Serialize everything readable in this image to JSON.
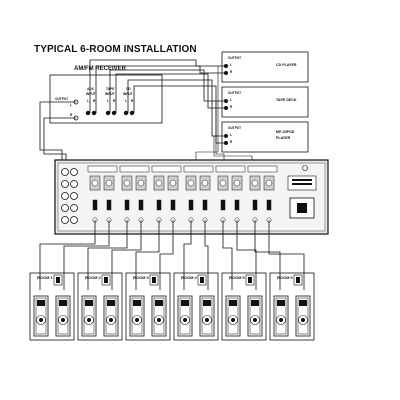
{
  "title": "TYPICAL 6-ROOM INSTALLATION",
  "receiver": {
    "label": "AM/FM RECEIVER",
    "output_label": "OUTPUT",
    "ch_l": "L",
    "ch_r": "R",
    "inputs": [
      {
        "line1": "AUX",
        "line2": "INPUT"
      },
      {
        "line1": "TAPE",
        "line2": "INPUT"
      },
      {
        "line1": "CD",
        "line2": "INPUT"
      }
    ]
  },
  "sources": [
    {
      "output_label": "OUTPUT",
      "ch_l": "L",
      "ch_r": "R",
      "name_line1": "CD PLAYER",
      "name_line2": ""
    },
    {
      "output_label": "OUTPUT",
      "ch_l": "L",
      "ch_r": "R",
      "name_line1": "TAPE DECK",
      "name_line2": ""
    },
    {
      "output_label": "OUTPUT",
      "ch_l": "L",
      "ch_r": "R",
      "name_line1": "MP-3/IPOD",
      "name_line2": "PLAYER"
    }
  ],
  "rooms": [
    "ROOM 1",
    "ROOM 2",
    "ROOM 3",
    "ROOM 4",
    "ROOM 5",
    "ROOM 6"
  ]
}
